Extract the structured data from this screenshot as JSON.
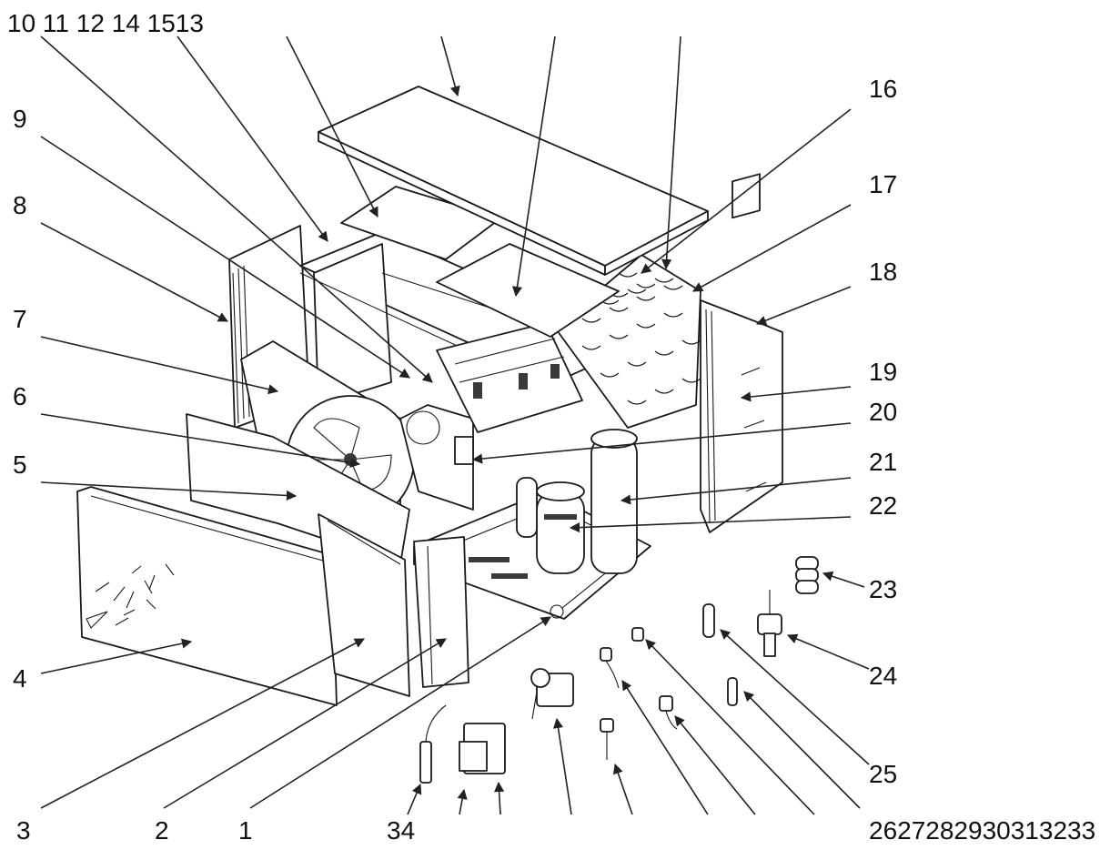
{
  "colors": {
    "ink": "#1a1a1a",
    "paper": "#ffffff"
  },
  "callouts": {
    "top_row": "10 11 12 14 1513",
    "bottom_row": "2627282930313233",
    "c1": "1",
    "c2": "2",
    "c3": "3",
    "c4": "4",
    "c5": "5",
    "c6": "6",
    "c7": "7",
    "c8": "8",
    "c9": "9",
    "c16": "16",
    "c17": "17",
    "c18": "18",
    "c19": "19",
    "c20": "20",
    "c21": "21",
    "c22": "22",
    "c23": "23",
    "c24": "24",
    "c25": "25",
    "c34": "34"
  }
}
